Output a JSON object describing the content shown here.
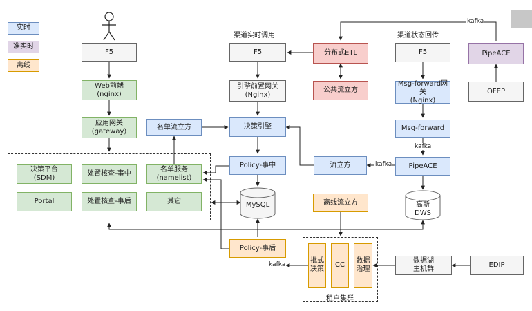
{
  "legend": {
    "realtime": "实时",
    "near_realtime": "准实时",
    "offline": "离线"
  },
  "titles": {
    "channel_call": "渠道实时调用",
    "channel_status": "渠道状态回传",
    "tenant_cluster": "租户集群"
  },
  "nodes": {
    "f5_left": "F5",
    "web_frontend": "Web前端\n(nginx)",
    "app_gateway": "应用网关\n(gateway)",
    "decision_platform": "决策平台\n(SDM)",
    "handle_check_mid": "处置核查-事中",
    "namelist_service": "名单服务\n(namelist)",
    "portal": "Portal",
    "handle_check_post": "处置核查-事后",
    "others": "其它",
    "namelist_cube": "名单流立方",
    "f5_mid": "F5",
    "engine_gateway": "引擎前置网关\n(Nginx)",
    "decision_engine": "决策引擎",
    "policy_mid": "Policy-事中",
    "mysql": "MySQL",
    "policy_post": "Policy-事后",
    "distributed_etl": "分布式ETL",
    "public_cube": "公共流立方",
    "stream_cube": "流立方",
    "offline_cube": "离线流立方",
    "f5_right": "F5",
    "msg_forward_gateway": "Msg-forward网关\n(Nginx)",
    "msg_forward": "Msg-forward",
    "pipeace_mid": "PipeACE",
    "dws": "高斯\nDWS",
    "pipeace_top": "PipeACE",
    "ofep": "OFEP",
    "batch_decision": "批式\n决策",
    "cc": "CC",
    "data_governance": "数据\n治理",
    "datalake": "数据湖\n主机群",
    "edip": "EDIP"
  },
  "edge_labels": {
    "kafka_top": "kafka",
    "kafka_down": "kafka",
    "kafka_left": "kafka",
    "kafka_bottom": "kafka"
  },
  "colors": {
    "realtime": "#dae8fc",
    "near_realtime": "#e1d5e7",
    "offline": "#ffe6cc",
    "app": "#d5e8d4"
  }
}
